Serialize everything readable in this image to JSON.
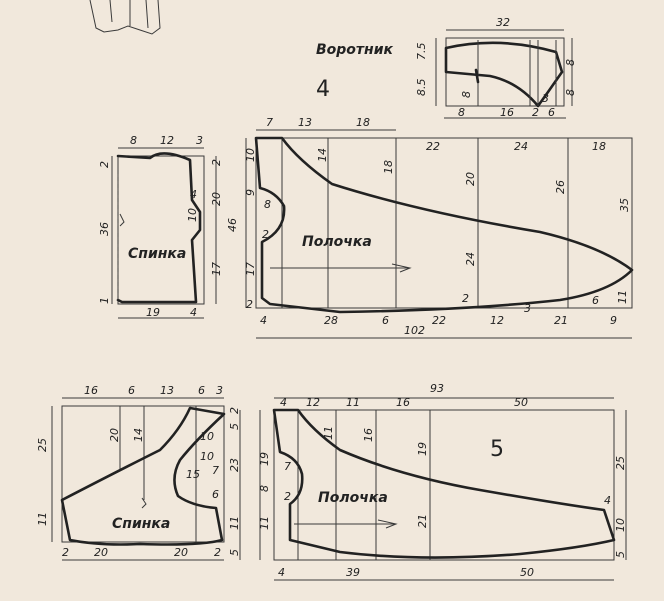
{
  "labels": {
    "collar": "Воротник",
    "pattern_4": "4",
    "pattern_5": "5",
    "back_upper": "Спинка",
    "front_upper": "Полочка",
    "back_lower": "Спинка",
    "front_lower": "Полочка"
  },
  "dims": {
    "collar": {
      "top": "32",
      "left_a": "7.5",
      "left_b": "8.5",
      "right_a": "8",
      "right_b": "8",
      "inner": "8",
      "small": "3",
      "bottom": [
        "8",
        "16",
        "2",
        "6"
      ]
    },
    "back_upper": {
      "top": [
        "8",
        "12",
        "3"
      ],
      "left": [
        "2",
        "36",
        "1"
      ],
      "inner": [
        "4",
        "10"
      ],
      "right": [
        "2",
        "20",
        "17"
      ],
      "bottom": [
        "19",
        "4"
      ]
    },
    "front_upper": {
      "top": [
        "7",
        "13",
        "18"
      ],
      "total_height": "46",
      "left": [
        "10",
        "9",
        "17",
        "2"
      ],
      "neck": [
        "8",
        "2"
      ],
      "cols_mid": [
        "14",
        "18",
        "22",
        "24",
        "18"
      ],
      "verticals": [
        "20",
        "26",
        "35",
        "24"
      ],
      "small": [
        "2",
        "3",
        "6",
        "11"
      ],
      "bottom": [
        "4",
        "28",
        "6",
        "22",
        "12",
        "21",
        "9"
      ],
      "total_width": "102"
    },
    "back_lower": {
      "top": [
        "16",
        "6",
        "13",
        "6",
        "3"
      ],
      "left": [
        "25",
        "11"
      ],
      "inner": [
        "20",
        "14",
        "10",
        "10",
        "15",
        "7",
        "6"
      ],
      "bottom": [
        "2",
        "20",
        "20",
        "2"
      ]
    },
    "front_lower": {
      "total_width": "93",
      "top": [
        "4",
        "12",
        "11",
        "16",
        "50"
      ],
      "left_outer": [
        "2",
        "5",
        "23",
        "11",
        "5"
      ],
      "left_inner": [
        "19",
        "8",
        "11"
      ],
      "neck": [
        "7",
        "2"
      ],
      "cols": [
        "11",
        "16",
        "19",
        "21"
      ],
      "right": [
        "25",
        "10",
        "5"
      ],
      "right_small": "4",
      "bottom": [
        "4",
        "39",
        "50"
      ]
    }
  }
}
